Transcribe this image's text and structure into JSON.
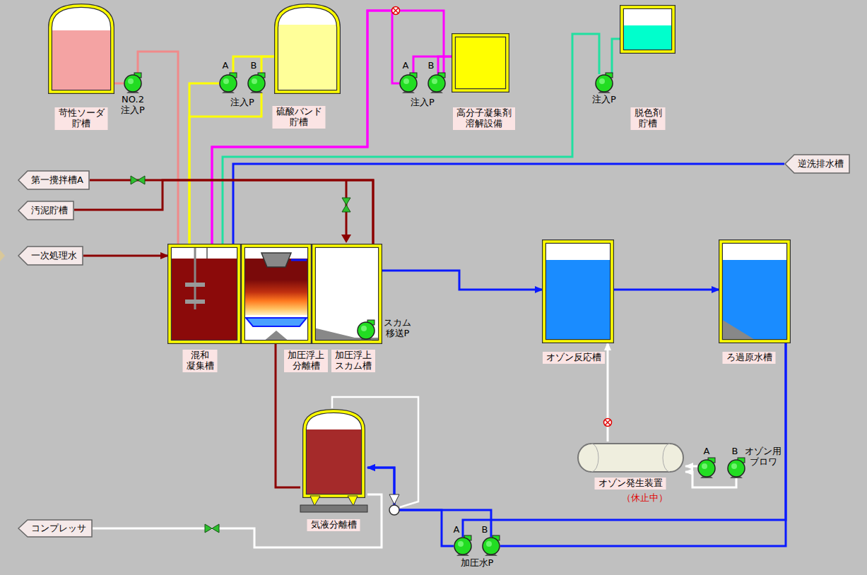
{
  "diagram": {
    "nodes": [
      {
        "text": [
          "苛性ソーダ 貯槽"
        ]
      },
      {
        "text": [
          "NO.2 注入P"
        ]
      },
      {
        "text": [
          "硫酸バンド 貯槽"
        ]
      },
      {
        "text": [
          "A"
        ]
      },
      {
        "text": [
          "B"
        ]
      },
      {
        "text": [
          "高分子凝集剤 溶解設備"
        ]
      },
      {
        "text": [
          "A"
        ]
      },
      {
        "text": [
          "B"
        ]
      },
      {
        "text": [
          "脱色剤 貯槽"
        ]
      },
      {
        "text": [
          "注入P"
        ]
      },
      {
        "text": [
          "第一攪拌槽A"
        ]
      },
      {
        "text": [
          "汚泥貯槽"
        ]
      },
      {
        "text": [
          "一次処理水"
        ]
      },
      {
        "text": [
          "逆洗排水槽"
        ]
      },
      {
        "text": [
          "混和 凝集槽"
        ]
      },
      {
        "text": [
          "加圧浮上 分離槽"
        ]
      },
      {
        "text": [
          "加圧浮上 スカム槽"
        ]
      },
      {
        "text": [
          "スカム 移送P"
        ],
        "in": 16
      },
      {
        "text": [
          "オゾン反応槽"
        ]
      },
      {
        "text": [
          "ろ過原水槽"
        ]
      },
      {
        "text": [
          "気液分離槽"
        ]
      },
      {
        "text": [
          "A"
        ]
      },
      {
        "text": [
          "B"
        ]
      },
      {
        "text": [
          "オゾン発生装置",
          "（休止中）"
        ]
      },
      {
        "text": [
          "A"
        ]
      },
      {
        "text": [
          "B"
        ]
      },
      {
        "text": [
          "コンプレッサ"
        ]
      }
    ],
    "edges": [
      {
        "from": 0,
        "to": 1,
        "arrow": "none"
      },
      {
        "from": 1,
        "to": 14,
        "arrow": "none"
      },
      {
        "from": 2,
        "to": 3,
        "arrow": "none"
      },
      {
        "from": 2,
        "to": 4,
        "arrow": "none"
      },
      {
        "from": 3,
        "to": 14,
        "arrow": "none"
      },
      {
        "from": 4,
        "to": 14,
        "arrow": "none"
      },
      {
        "from": 5,
        "to": 6,
        "arrow": "none"
      },
      {
        "from": 5,
        "to": 7,
        "arrow": "none"
      },
      {
        "from": 6,
        "to": 14,
        "arrow": "none"
      },
      {
        "from": 7,
        "to": 14,
        "arrow": "none"
      },
      {
        "from": 8,
        "to": 9,
        "arrow": "none"
      },
      {
        "from": 9,
        "to": 14,
        "arrow": "none"
      },
      {
        "from": 13,
        "to": 14,
        "arrow": "none"
      },
      {
        "from": 12,
        "to": 14,
        "arrow": "to"
      },
      {
        "from": 17,
        "to": 10,
        "arrow": "none"
      },
      {
        "from": 17,
        "to": 11,
        "arrow": "none"
      },
      {
        "from": 15,
        "to": 18,
        "arrow": "to"
      },
      {
        "from": 18,
        "to": 19,
        "arrow": "to"
      },
      {
        "from": 15,
        "to": 20,
        "arrow": "none"
      },
      {
        "from": 19,
        "to": 21,
        "arrow": "none"
      },
      {
        "from": 19,
        "to": 22,
        "arrow": "none"
      },
      {
        "from": 21,
        "to": 20,
        "arrow": "to"
      },
      {
        "from": 22,
        "to": 20,
        "arrow": "to"
      },
      {
        "from": 26,
        "to": 20,
        "arrow": "none"
      },
      {
        "from": 23,
        "to": 18,
        "arrow": "to"
      },
      {
        "from": 24,
        "to": 23,
        "arrow": "to"
      },
      {
        "from": 25,
        "to": 23,
        "arrow": "to"
      }
    ],
    "labels": [
      "注入P",
      "注入P",
      "加圧水P",
      "オゾン用 ブロワ"
    ]
  }
}
